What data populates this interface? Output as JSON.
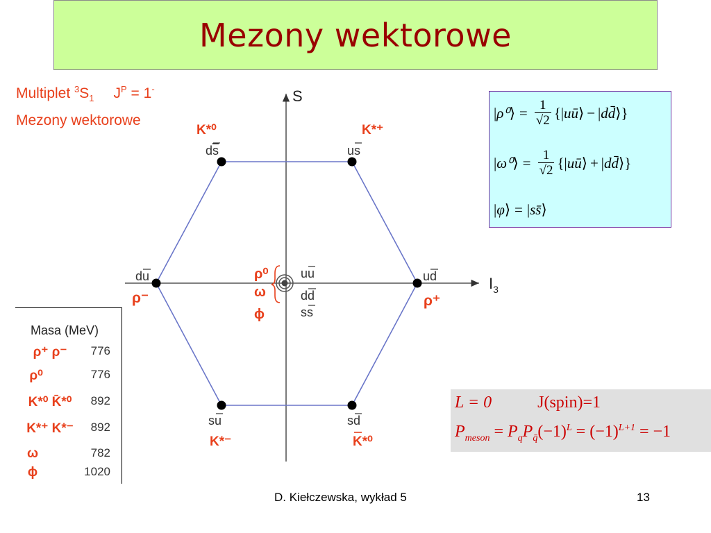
{
  "slide": {
    "title": "Mezony wektorowe",
    "footer_author": "D. Kiełczewska, wykład 5",
    "page_number": "13"
  },
  "multiplet": {
    "line1_label": "Multiplet ",
    "line1_super": "3",
    "line1_base": "S",
    "line1_sub": "1",
    "jp_base": "J",
    "jp_super": "P",
    "jp_value": " = 1",
    "jp_value_super": "-",
    "line2": "Mezony wektorowe"
  },
  "axes": {
    "vertical_label": "S",
    "horizontal_label_base": "I",
    "horizontal_label_sub": "3"
  },
  "vertices": {
    "top_left": {
      "quark": "d",
      "antiquark": "s",
      "meson": "K*⁰"
    },
    "top_right": {
      "quark": "u",
      "antiquark": "s",
      "meson": "K*⁺"
    },
    "left": {
      "quark": "d",
      "antiquark": "u",
      "meson": "ρ⁻"
    },
    "right": {
      "quark": "u",
      "antiquark": "d",
      "meson": "ρ⁺"
    },
    "bottom_left": {
      "quark": "s",
      "antiquark": "u",
      "meson": "K*⁻"
    },
    "bottom_right": {
      "quark": "s",
      "antiquark": "d",
      "meson": "K*⁰"
    },
    "center": {
      "mesons": [
        "ρ⁰",
        "ω",
        "ϕ"
      ],
      "states": [
        {
          "quark": "u",
          "antiquark": "u"
        },
        {
          "quark": "d",
          "antiquark": "d"
        },
        {
          "quark": "s",
          "antiquark": "s"
        }
      ]
    }
  },
  "formulas": {
    "rho0_lhs": "ρ⁰",
    "omega0_lhs": "ω⁰",
    "phi_lhs": "φ",
    "eq": "=",
    "frac_num": "1",
    "frac_den": "√2",
    "uu_state": "uū",
    "dd_state": "dd̄",
    "ss_state": "ss̄",
    "minus": "−",
    "plus": "+"
  },
  "mass_table": {
    "header": "Masa (MeV)",
    "rows": [
      {
        "particles": "ρ⁺ ρ⁻",
        "mass": "776"
      },
      {
        "particles": "ρ⁰",
        "mass": "776"
      },
      {
        "particles": "K*⁰  K̄*⁰",
        "mass": "892"
      },
      {
        "particles": "K*⁺  K*⁻",
        "mass": "892"
      },
      {
        "particles": "ω",
        "mass": "782"
      },
      {
        "particles": "ϕ",
        "mass": "1020"
      }
    ]
  },
  "parity": {
    "line1_lhs": "L = 0",
    "line1_rhs": "J(spin)=1",
    "p": "P",
    "p_sub": "meson",
    "eq1": " = ",
    "pq": "P",
    "pq_sub": "q",
    "pqbar": "P",
    "pqbar_sub": "q̄",
    "factor1": "(−1)",
    "factor1_sup": "L",
    "eq2": " = ",
    "factor2": "(−1)",
    "factor2_sup": "L+1",
    "result": " = −1"
  },
  "colors": {
    "title_bg": "#ccff99",
    "title_text": "#990000",
    "accent_red": "#e8401c",
    "hexagon": "#6b77c9",
    "formula_bg": "#ccffff",
    "formula_border": "#7030a0",
    "parity_bg": "#e0e0e0",
    "parity_text": "#cc0000"
  }
}
